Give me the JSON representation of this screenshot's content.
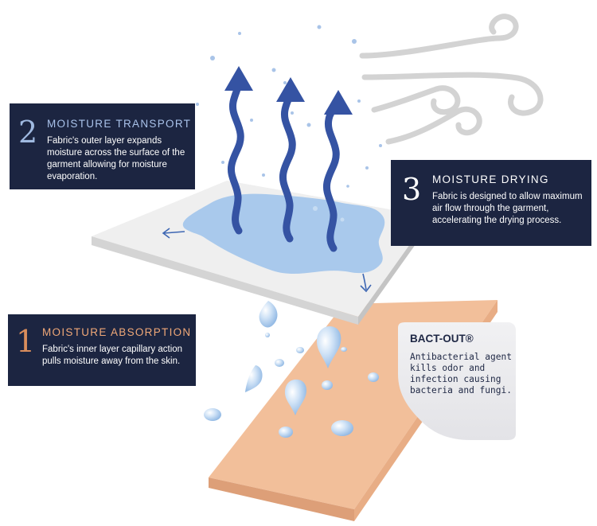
{
  "steps": [
    {
      "number": "1",
      "title": "MOISTURE ABSORPTION",
      "description": "Fabric's inner layer capillary action pulls moisture away from the skin."
    },
    {
      "number": "2",
      "title": "MOISTURE TRANSPORT",
      "description": "Fabric's outer layer expands moisture across the surface of the garment allowing for moisture evaporation."
    },
    {
      "number": "3",
      "title": "MOISTURE DRYING",
      "description": "Fabric is designed to allow maximum air flow through the garment, accelerating the drying process."
    }
  ],
  "callout": {
    "title": "BACT-OUT®",
    "description": "Antibacterial agent kills odor and infection causing bacteria and fungi."
  },
  "colors": {
    "box_background": "#1c2541",
    "skin_layer": "#f2bf9a",
    "fabric_layer": "#efefef",
    "moisture": "#a9c9ec",
    "arrow": "#3553a3",
    "wind": "#d3d3d3",
    "callout_background": "#e9e9ec"
  },
  "icons": [
    "up-arrow-icon",
    "wind-icon",
    "water-drop-icon",
    "spread-arrow-icon"
  ]
}
